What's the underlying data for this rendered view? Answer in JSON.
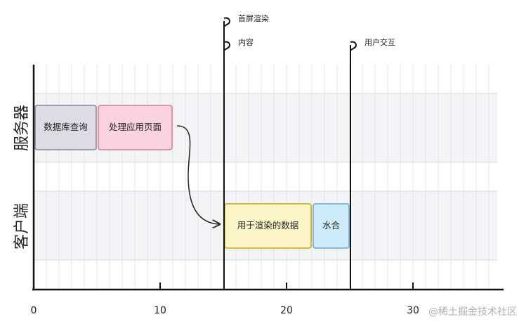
{
  "lanes": [
    {
      "label": "服务器",
      "fill": "#f3f4f6"
    },
    {
      "label": "客户端",
      "fill": "#f3f4f6"
    }
  ],
  "axis": {
    "min": 0,
    "max": 37,
    "ticks": [
      0,
      10,
      20,
      30
    ],
    "minor_step": 1
  },
  "boxes": [
    {
      "label": "数据库查询",
      "lane": 0,
      "start": 0,
      "end": 5,
      "fill": "#dfdbe5",
      "stroke": "#8a8396"
    },
    {
      "label": "处理应用页面",
      "lane": 0,
      "start": 5,
      "end": 11,
      "fill": "#fbd3de",
      "stroke": "#d97a96"
    },
    {
      "label": "用于渲染的数据",
      "lane": 1,
      "start": 15,
      "end": 22,
      "fill": "#fdf5c8",
      "stroke": "#c8a50e"
    },
    {
      "label": "水合",
      "lane": 1,
      "start": 22,
      "end": 25,
      "fill": "#cdebfb",
      "stroke": "#6ba7c8"
    }
  ],
  "markers": [
    {
      "at": 15,
      "labels": [
        "首屏渲染",
        "内容"
      ]
    },
    {
      "at": 25,
      "labels": [
        "用户交互"
      ]
    }
  ],
  "watermark": "@稀土掘金技术社区"
}
